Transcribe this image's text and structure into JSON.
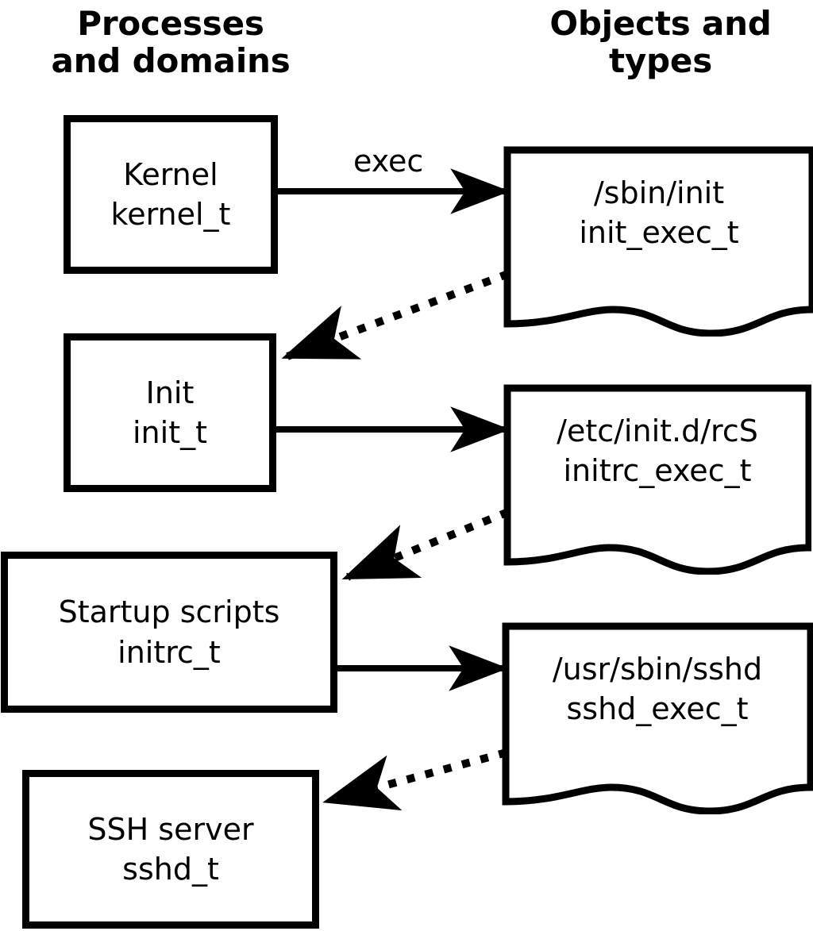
{
  "diagram": {
    "title_processes": "Processes\nand domains",
    "title_objects": "Objects and\ntypes",
    "accent_color": "#000000",
    "background_color": "#ffffff"
  },
  "processes": [
    {
      "name": "Kernel",
      "type": "kernel_t"
    },
    {
      "name": "Init",
      "type": "init_t"
    },
    {
      "name": "Startup scripts",
      "type": "initrc_t"
    },
    {
      "name": "SSH server",
      "type": "sshd_t"
    }
  ],
  "objects": [
    {
      "path": "/sbin/init",
      "type": "init_exec_t"
    },
    {
      "path": "/etc/init.d/rcS",
      "type": "initrc_exec_t"
    },
    {
      "path": "/usr/sbin/sshd",
      "type": "sshd_exec_t"
    }
  ],
  "edges": [
    {
      "label": "exec",
      "from": "Kernel",
      "to": "/sbin/init",
      "style": "solid"
    },
    {
      "label": "",
      "from": "/sbin/init",
      "to": "Init",
      "style": "dotted"
    },
    {
      "label": "",
      "from": "Init",
      "to": "/etc/init.d/rcS",
      "style": "solid"
    },
    {
      "label": "",
      "from": "/etc/init.d/rcS",
      "to": "Startup scripts",
      "style": "dotted"
    },
    {
      "label": "",
      "from": "Startup scripts",
      "to": "/usr/sbin/sshd",
      "style": "solid"
    },
    {
      "label": "",
      "from": "/usr/sbin/sshd",
      "to": "SSH server",
      "style": "dotted"
    }
  ],
  "labels": {
    "exec": "exec"
  }
}
